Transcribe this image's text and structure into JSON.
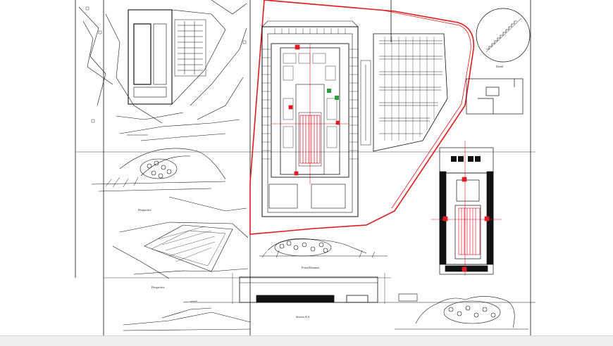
{
  "drawing": {
    "sheet_frame_color": "#111111",
    "boundary_color": "#e0191c",
    "pool_color": "#d9263a",
    "highlight_green": "#2a9d3a",
    "background": "#ffffff",
    "status_bar_color": "#efefef"
  },
  "panels": [
    {
      "id": "site-plan",
      "kind": "plan view with contour lines"
    },
    {
      "id": "ground-floor-plan",
      "kind": "plan view with parking and swimming pool"
    },
    {
      "id": "parking-layout",
      "kind": "plan view"
    },
    {
      "id": "stair-detail",
      "kind": "circular detail"
    },
    {
      "id": "key-plan",
      "kind": "small plan"
    },
    {
      "id": "first-floor-plan",
      "kind": "plan view with swimming pool"
    },
    {
      "id": "perspective-1",
      "kind": "perspective sketch"
    },
    {
      "id": "perspective-2",
      "kind": "aerial perspective sketch"
    },
    {
      "id": "front-elevation",
      "kind": "elevation"
    },
    {
      "id": "section-a-a",
      "kind": "section"
    },
    {
      "id": "side-elevation",
      "kind": "elevation"
    }
  ]
}
